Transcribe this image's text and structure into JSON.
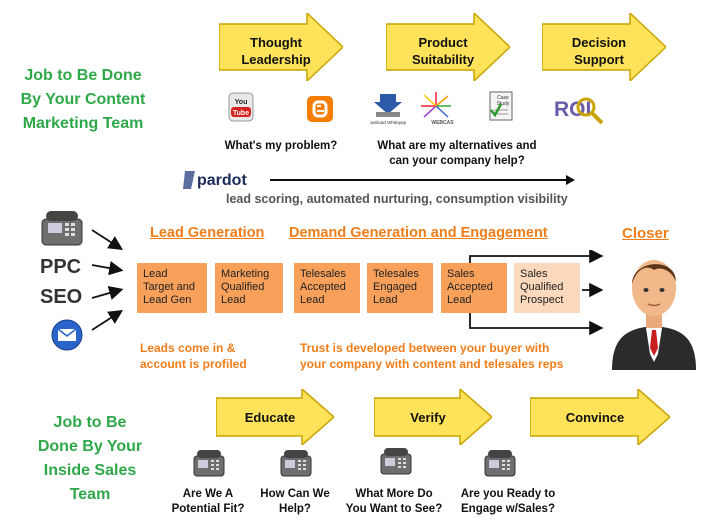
{
  "content_team": {
    "heading": [
      "Job to Be Done",
      "By Your Content",
      "Marketing Team"
    ],
    "arrows": [
      {
        "label": [
          "Thought",
          "Leadership"
        ]
      },
      {
        "label": [
          "Product",
          "Suitability"
        ]
      },
      {
        "label": [
          "Decision",
          "Support"
        ]
      }
    ],
    "icons": [
      "youtube-icon",
      "blogger-icon",
      "download-whitepaper-icon",
      "webcast-icon",
      "case-study-icon",
      "roi-icon"
    ],
    "icon_text": {
      "youtube": "You Tube",
      "whitepaper": "Download Whitepaper",
      "webcast": "WEBCAST",
      "case_study": "Case Study",
      "roi": "ROI"
    },
    "questions": {
      "q1": "What's  my problem?",
      "q2": [
        "What are my alternatives and",
        "can your company help?"
      ]
    }
  },
  "pardot": {
    "logo_text": "pardot",
    "caption": "lead scoring, automated nurturing, consumption visibility"
  },
  "flow": {
    "lead_generation_title": "Lead Generation",
    "demand_title": "Demand Generation and Engagement",
    "closer_title": "Closer",
    "channels": {
      "ppc": "PPC",
      "seo": "SEO"
    },
    "stages": [
      {
        "lines": [
          "Lead",
          "Target and",
          "Lead Gen"
        ]
      },
      {
        "lines": [
          "Marketing",
          "Qualified",
          "Lead"
        ]
      },
      {
        "lines": [
          "Telesales",
          "Accepted",
          "Lead"
        ]
      },
      {
        "lines": [
          "Telesales",
          "Engaged",
          "Lead"
        ]
      },
      {
        "lines": [
          "Sales",
          "Accepted",
          "Lead"
        ]
      },
      {
        "lines": [
          "Sales",
          "Qualified",
          "Prospect"
        ]
      }
    ],
    "note_left": [
      "Leads come in &",
      "account is profiled"
    ],
    "note_right": [
      "Trust is developed between your buyer with",
      "your company with content and telesales reps"
    ]
  },
  "sales_team": {
    "heading": [
      "Job to Be",
      "Done By Your",
      "Inside Sales",
      "Team"
    ],
    "arrows": [
      {
        "label": "Educate"
      },
      {
        "label": "Verify"
      },
      {
        "label": "Convince"
      }
    ],
    "questions": [
      [
        "Are We A",
        "Potential Fit?"
      ],
      [
        "How Can We",
        "Help?"
      ],
      [
        "What More Do",
        "You Want to See?"
      ],
      [
        "Are you Ready to",
        "Engage w/Sales?"
      ]
    ]
  },
  "colors": {
    "green": "#2fa84a",
    "orange": "#f07d1a",
    "stage_dark": "#f9a15b",
    "stage_light": "#fcd9bd",
    "arrow_fill": "#fde25a"
  }
}
